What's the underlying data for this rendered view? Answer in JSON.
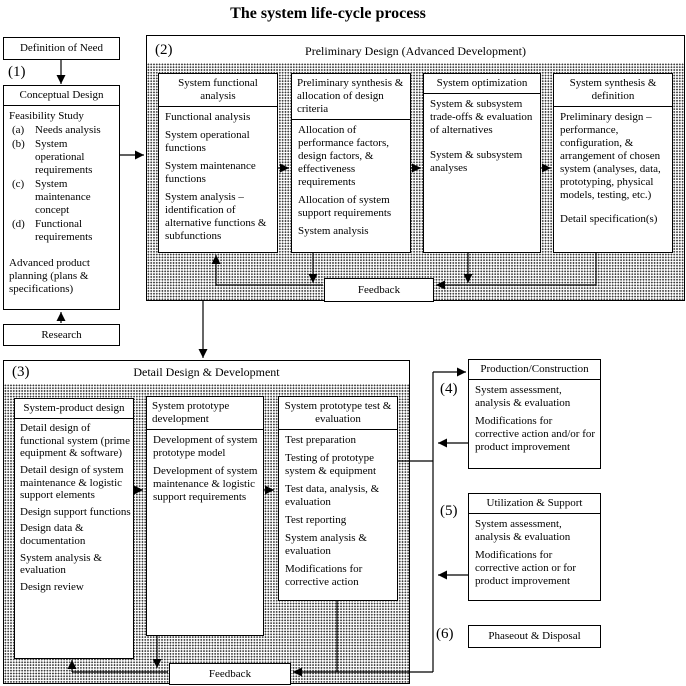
{
  "title": "The system life-cycle process",
  "left": {
    "definition_of_need": "Definition of Need",
    "stage1_label": "(1)",
    "conceptual": {
      "header": "Conceptual Design",
      "feasibility_title": "Feasibility Study",
      "feasibility_items": [
        {
          "label": "(a)",
          "text": "Needs analysis"
        },
        {
          "label": "(b)",
          "text": "System operational requirements"
        },
        {
          "label": "(c)",
          "text": "System maintenance concept"
        },
        {
          "label": "(d)",
          "text": "Functional requirements"
        }
      ],
      "advanced": "Advanced product planning (plans & specifications)"
    },
    "research": "Research"
  },
  "block2": {
    "stage_label": "(2)",
    "header": "Preliminary Design (Advanced Development)",
    "feedback": "Feedback",
    "boxes": [
      {
        "header": "System functional analysis",
        "items": [
          "Functional analysis",
          "System operational functions",
          "System maintenance functions",
          "System analysis – identification of alternative functions & subfunctions"
        ]
      },
      {
        "header": "Preliminary synthesis & allocation of design criteria",
        "items": [
          "Allocation of performance factors, design factors, & effectiveness requirements",
          "Allocation of system support requirements",
          "System analysis"
        ]
      },
      {
        "header": "System optimization",
        "items": [
          "System & subsystem trade-offs & evaluation of alternatives",
          "System & subsystem analyses"
        ]
      },
      {
        "header": "System synthesis & definition",
        "items": [
          "Preliminary design – performance, configuration, & arrangement of chosen system (analyses, data, prototyping, physical models, testing, etc.)",
          "Detail specification(s)"
        ]
      }
    ]
  },
  "block3": {
    "stage_label": "(3)",
    "header": "Detail Design & Development",
    "feedback": "Feedback",
    "boxes": [
      {
        "header": "System-product design",
        "items": [
          "Detail design of functional system (prime equipment & software)",
          "Detail design of system maintenance & logistic support elements",
          "Design support functions",
          "Design data & documentation",
          "System analysis & evaluation",
          "Design review"
        ]
      },
      {
        "header": "System prototype development",
        "items": [
          "Development of system prototype model",
          "Development of system maintenance & logistic support requirements"
        ]
      },
      {
        "header": "System prototype test & evaluation",
        "items": [
          "Test preparation",
          "Testing of prototype system & equipment",
          "Test data, analysis, & evaluation",
          "Test reporting",
          "System analysis & evaluation",
          "Modifications for corrective action"
        ]
      }
    ]
  },
  "right": {
    "production": {
      "stage_label": "(4)",
      "header": "Production/Construction",
      "items": [
        "System assessment, analysis & evaluation",
        "Modifications for corrective action and/or for product improvement"
      ]
    },
    "utilization": {
      "stage_label": "(5)",
      "header": "Utilization & Support",
      "items": [
        "System assessment, analysis & evaluation",
        "Modifications for corrective action or for product improvement"
      ]
    },
    "phaseout": {
      "stage_label": "(6)",
      "header": "Phaseout & Disposal"
    }
  }
}
